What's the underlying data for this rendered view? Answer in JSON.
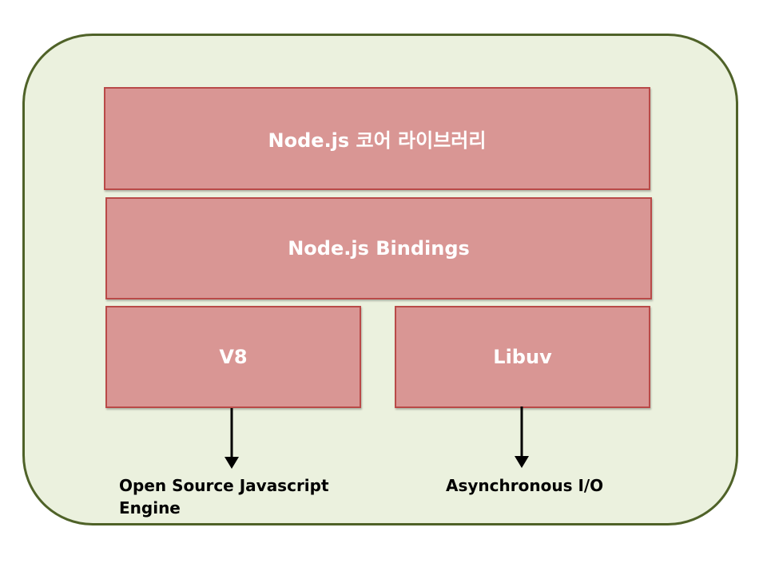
{
  "layers": {
    "core_library": "Node.js 코어 라이브러리",
    "bindings": "Node.js Bindings",
    "v8": "V8",
    "libuv": "Libuv"
  },
  "captions": {
    "v8_description": "Open Source Javascript Engine",
    "libuv_description": "Asynchronous I/O"
  },
  "colors": {
    "outer_fill": "#ebf1de",
    "outer_border": "#4f6228",
    "box_fill": "#d99694",
    "box_border": "#b94a48",
    "box_text": "#ffffff",
    "arrow": "#000000"
  }
}
